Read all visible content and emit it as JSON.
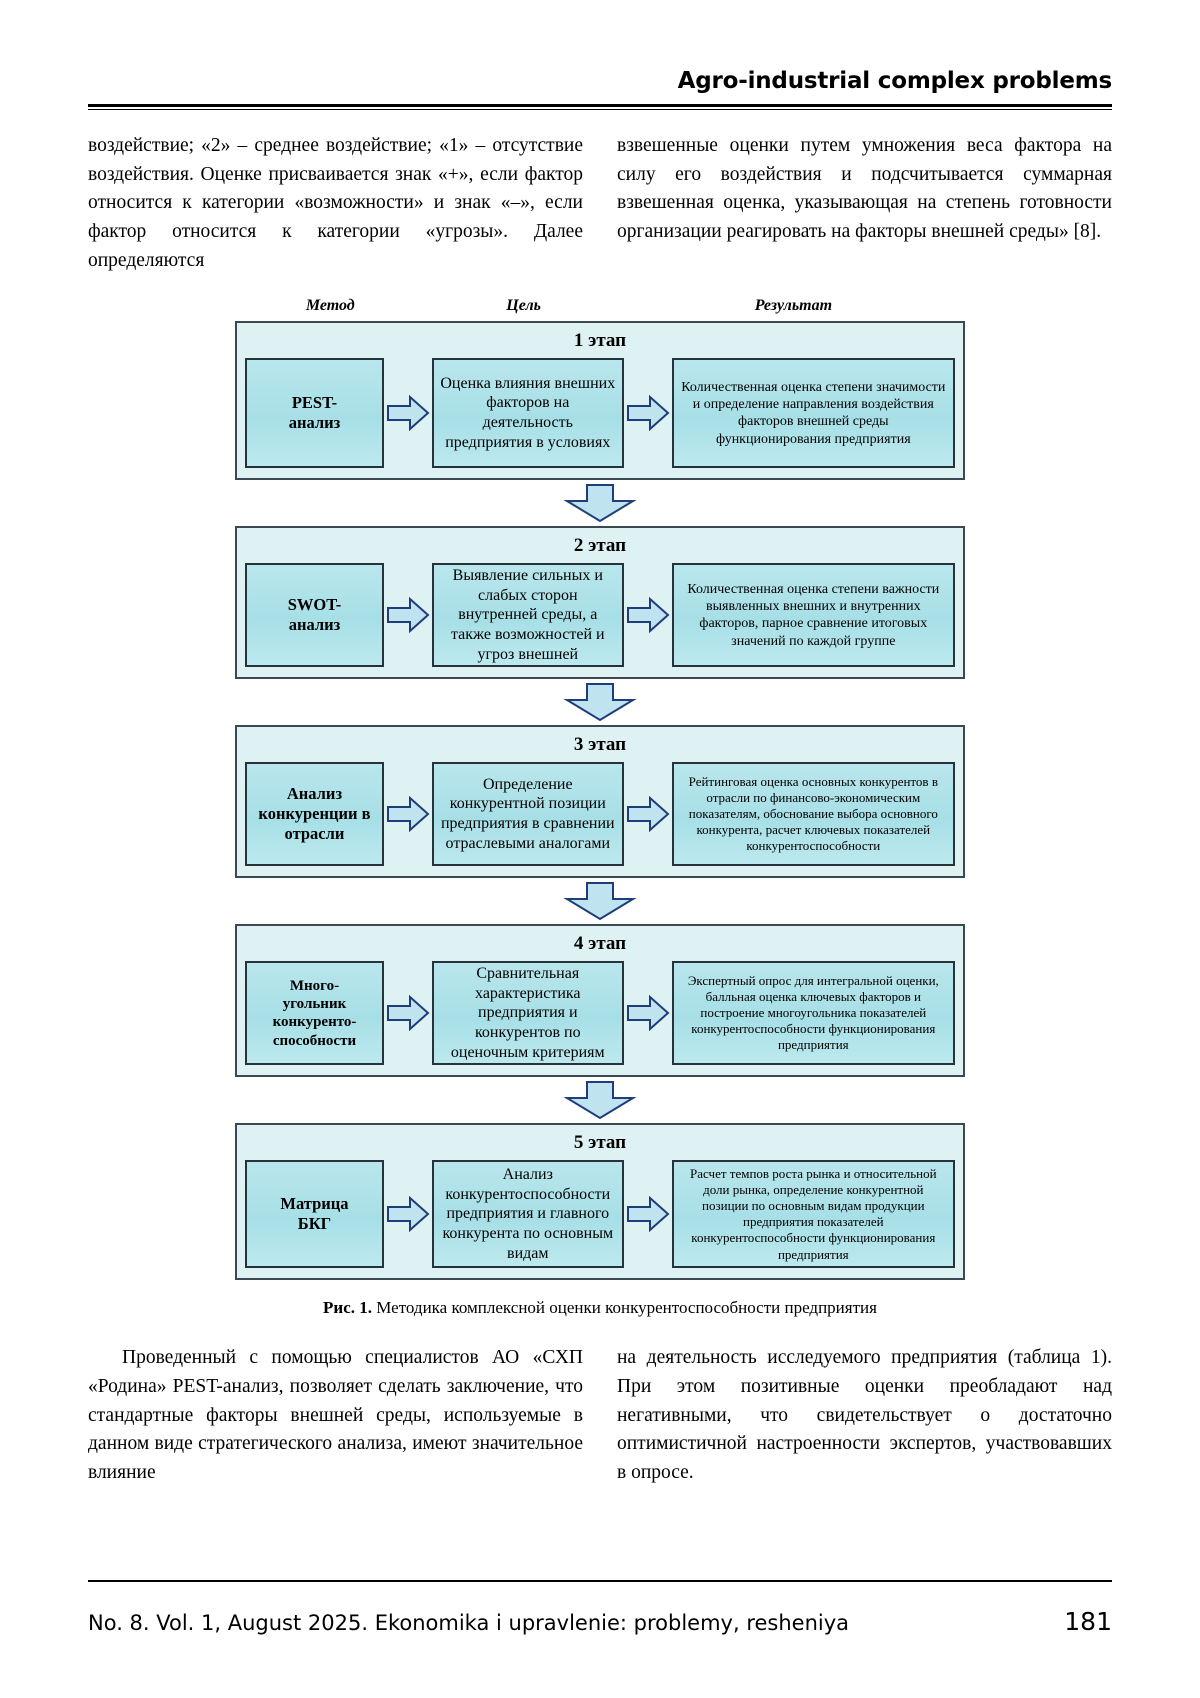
{
  "header": {
    "running_head": "Agro-industrial complex problems"
  },
  "body_top": {
    "left_paragraph": "воздействие; «2» – среднее воздействие; «1» – отсутствие воздействия. Оценке присваивается знак «+», если фактор относится к категории «возможности» и знак «–», если фактор относится к категории «угрозы». Далее определяются",
    "right_paragraph": "взвешенные оценки путем умножения веса фактора на силу его воздействия и подсчитывается суммарная взвешенная оценка, указывающая на степень готовности организации реагировать на факторы внешней среды» [8]."
  },
  "figure": {
    "column_headers": {
      "method": "Метод",
      "goal": "Цель",
      "result": "Результат"
    },
    "stages": [
      {
        "title": "1 этап",
        "method": "PEST-\nанализ",
        "goal": "Оценка влияния внешних факторов на деятельность предприятия в условиях",
        "result": "Количественная оценка степени значимости и определение направления воздействия факторов внешней среды функционирования предприятия"
      },
      {
        "title": "2 этап",
        "method": "SWOT-\nанализ",
        "goal": "Выявление сильных и слабых сторон внутренней среды, а также возможностей и угроз внешней",
        "result": "Количественная оценка степени важности выявленных внешних и внутренних факторов, парное сравнение итоговых значений по каждой группе"
      },
      {
        "title": "3 этап",
        "method": "Анализ конкуренции в отрасли",
        "goal": "Определение конкурентной позиции предприятия в сравнении отраслевыми аналогами",
        "result": "Рейтинговая оценка основных конкурентов в отрасли по финансово-экономическим показателям, обоснование выбора основного конкурента, расчет ключевых показателей конкурентоспособности"
      },
      {
        "title": "4 этап",
        "method": "Много-\nугольник\nконкуренто-\nспособности",
        "goal": "Сравнительная характеристика предприятия и конкурентов по оценочным критериям",
        "result": "Экспертный опрос для интегральной оценки, балльная оценка ключевых факторов и построение многоугольника показателей конкурентоспособности функционирования предприятия"
      },
      {
        "title": "5 этап",
        "method": "Матрица\nБКГ",
        "goal": "Анализ конкурентоспособности предприятия и главного конкурента по основным видам",
        "result": "Расчет темпов роста рынка и относительной доли рынка, определение конкурентной позиции по основным видам продукции предприятия показателей конкурентоспособности функционирования предприятия"
      }
    ],
    "caption_label": "Рис. 1.",
    "caption_text": " Методика комплексной оценки конкурентоспособности предприятия"
  },
  "body_bottom": {
    "left_paragraph": "Проведенный с помощью специалистов АО «СХП «Родина» PEST-анализ, позволяет сделать заключение, что стандартные факторы внешней среды, используемые в данном виде стратегического анализа, имеют значительное влияние",
    "right_paragraph": "на деятельность исследуемого предприятия (таблица 1). При этом позитивные оценки преобладают над негативными, что свидетельствует о достаточно оптимистичной настроенности экспертов, участвовавших в опросе."
  },
  "footer": {
    "citation": "No. 8. Vol. 1, August 2025. Ekonomika i upravlenie: problemy, resheniya",
    "page_number": "181"
  },
  "colors": {
    "stage_bg": "#dff2f3",
    "cell_bg": "#aee0e8",
    "border": "#27333a",
    "arrow_fill": "#bfe4f0",
    "arrow_stroke": "#1f3d7a"
  }
}
